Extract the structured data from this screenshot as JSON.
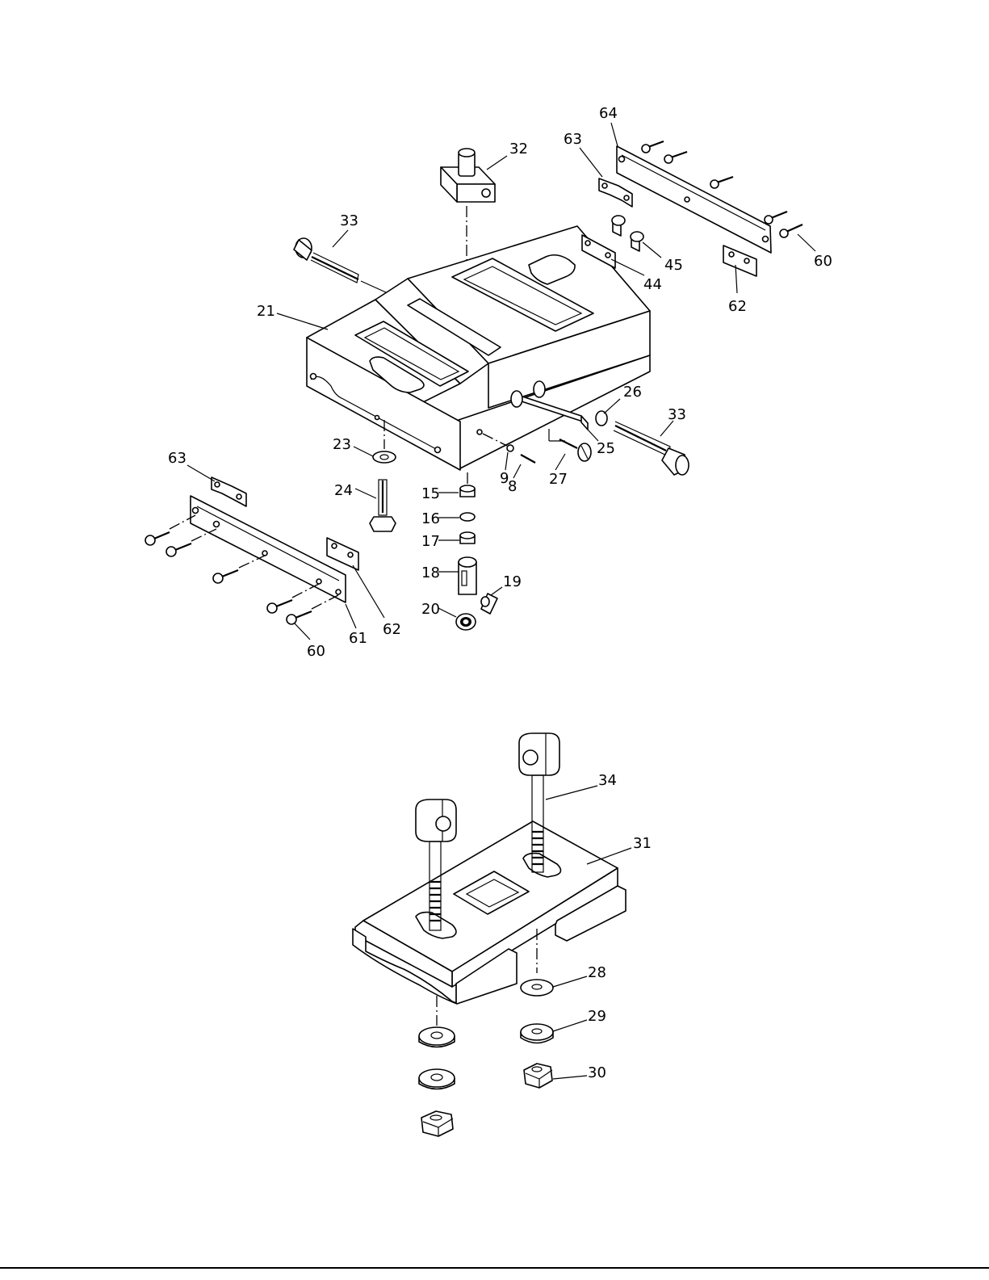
{
  "part_numbers": {
    "p64": "64",
    "p63a": "63",
    "p32": "32",
    "p33a": "33",
    "p21": "21",
    "p45": "45",
    "p60a": "60",
    "p44": "44",
    "p62a": "62",
    "p26": "26",
    "p33b": "33",
    "p23": "23",
    "p63b": "63",
    "p24": "24",
    "p9": "9",
    "p8": "8",
    "p27": "27",
    "p25": "25",
    "p15": "15",
    "p16": "16",
    "p17": "17",
    "p18": "18",
    "p19": "19",
    "p20": "20",
    "p61": "61",
    "p62b": "62",
    "p60b": "60",
    "p34": "34",
    "p31": "31",
    "p28": "28",
    "p29": "29",
    "p30": "30"
  }
}
